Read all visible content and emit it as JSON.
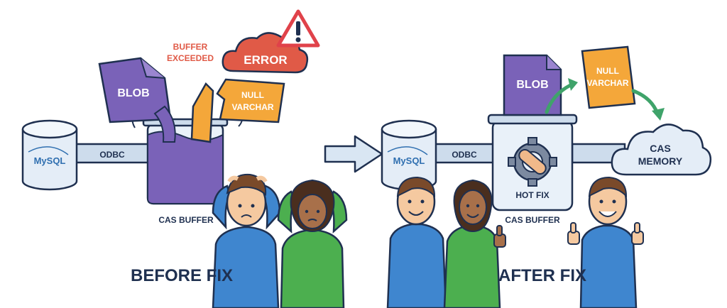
{
  "before": {
    "db_logo": "MySQL",
    "pipe_label": "ODBC",
    "blob_label": "BLOB",
    "null_varchar_line1": "NULL",
    "null_varchar_line2": "VARCHAR",
    "buffer_exceeded_line1": "BUFFER",
    "buffer_exceeded_line2": "EXCEEDED",
    "error_label": "ERROR",
    "buffer_label": "CAS BUFFER",
    "caption": "BEFORE FIX"
  },
  "after": {
    "db_logo": "MySQL",
    "pipe_label": "ODBC",
    "blob_label": "BLOB",
    "null_varchar_line1": "NULL",
    "null_varchar_line2": "VARCHAR",
    "hotfix_label": "HOT FIX",
    "buffer_label": "CAS BUFFER",
    "memory_line1": "CAS",
    "memory_line2": "MEMORY",
    "caption": "AFTER FIX"
  },
  "colors": {
    "outline": "#1f3050",
    "db_fill": "#e4edf7",
    "pipe_fill": "#cddcec",
    "blob_purple": "#7a62b8",
    "null_orange": "#f4a73a",
    "error_red": "#e05a47",
    "warning_red": "#e0424a",
    "arrow_green": "#3fa36a",
    "shirt_blue": "#3f86cf",
    "hoodie_green": "#4caf4f",
    "mysql_blue": "#2f6fb0",
    "mysql_orange": "#e38a1d"
  }
}
